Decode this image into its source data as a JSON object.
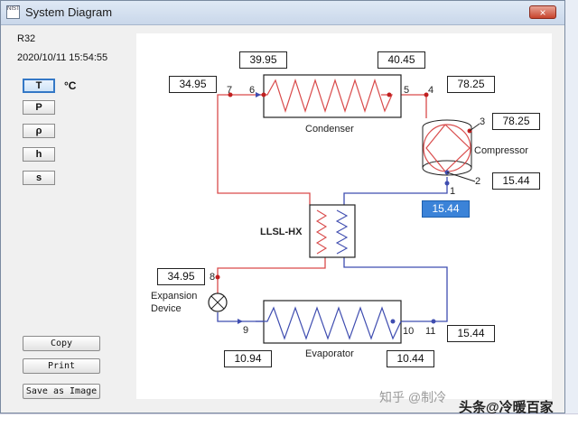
{
  "window": {
    "title": "System Diagram",
    "close_label": "×",
    "icon_text": "NIST"
  },
  "sidebar": {
    "refrigerant": "R32",
    "timestamp": "2020/10/11 15:54:55",
    "unit": "°C",
    "property_buttons": [
      "T",
      "P",
      "ρ",
      "h",
      "s"
    ],
    "actions": {
      "copy": "Copy",
      "print": "Print",
      "save": "Save as Image"
    }
  },
  "diagram": {
    "labels": {
      "condenser": "Condenser",
      "compressor": "Compressor",
      "llsl": "LLSL-HX",
      "expansion_1": "Expansion",
      "expansion_2": "Device",
      "evaporator": "Evaporator"
    },
    "points": [
      "1",
      "2",
      "3",
      "4",
      "5",
      "6",
      "7",
      "8",
      "9",
      "10",
      "11"
    ],
    "values": {
      "cond_left": "39.95",
      "cond_right": "40.45",
      "state7": "34.95",
      "state4": "78.25",
      "state3": "78.25",
      "state2": "15.44",
      "state1": "15.44",
      "state8": "34.95",
      "state11": "15.44",
      "evap_left": "10.94",
      "evap_right": "10.44"
    }
  },
  "watermark": {
    "text": "知乎 @制冷",
    "text2": "头条@冷暖百家"
  },
  "colors": {
    "hot": "#d94b4b",
    "cold": "#3f4db0",
    "selection": "#3b83d8"
  }
}
